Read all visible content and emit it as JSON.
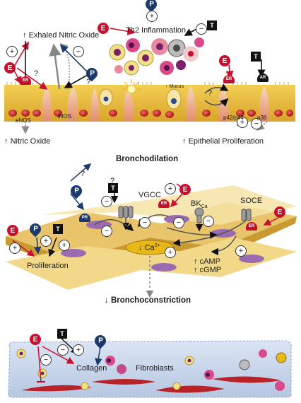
{
  "hormones": {
    "E": "E",
    "P": "P",
    "T": "T",
    "ER": "ER",
    "PR": "PR",
    "AR": "AR"
  },
  "signs": {
    "plus": "+",
    "minus": "−",
    "q": "?"
  },
  "epithelium": {
    "exhaled_no": "Exhaled Nitric Oxide",
    "th2": "Th2 Inflammation",
    "enos": "eNOS",
    "inos": "iNOS",
    "mucus": "Mucus",
    "p42": "p42/p44",
    "p38": "p38",
    "nitric_oxide": "Nitric Oxide",
    "epithelial_prolif": "Epithelial Proliferation"
  },
  "section_titles": {
    "bronchodilation": "Bronchodilation",
    "bronchoconstriction": "Bronchoconstriction"
  },
  "smooth_muscle": {
    "vgcc": "VGCC",
    "bk": "BK",
    "bk_sub": "Ca",
    "soce": "SOCE",
    "ca": "Ca",
    "ca_sup": "2+",
    "camp": "cAMP",
    "cgmp": "cGMP",
    "proliferation": "Proliferation"
  },
  "fibroblast": {
    "collagen": "Collagen",
    "fibroblasts": "Fibroblasts"
  },
  "colors": {
    "estrogen": "#c8102e",
    "progesterone": "#1a3a6e",
    "testosterone": "#111111",
    "muscle": "#d4a64a",
    "epithelium": "#e8b838",
    "fibrotic": "#c9d6ea"
  }
}
